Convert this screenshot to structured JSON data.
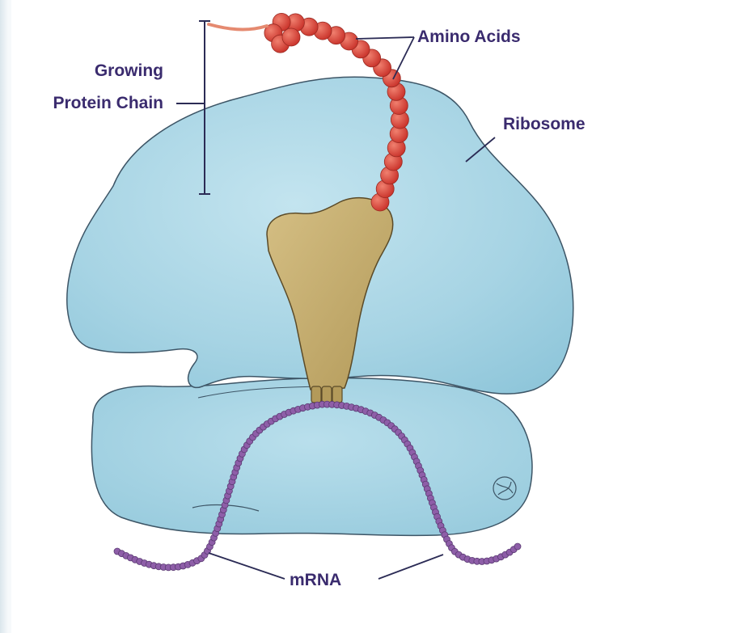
{
  "labels": {
    "growing_protein_chain_line1": "Growing",
    "growing_protein_chain_line2": "Protein Chain",
    "amino_acids": "Amino Acids",
    "ribosome": "Ribosome",
    "mrna": "mRNA"
  },
  "colors": {
    "label_text": "#3a2b6e",
    "leader_line": "#2b2b55",
    "ribosome_fill": "#a9d6e6",
    "ribosome_stroke": "#3d5566",
    "trna_fill": "#c9b072",
    "amino_acid_fill": "#e0463a",
    "mrna_bead": "#8e5ea8"
  }
}
